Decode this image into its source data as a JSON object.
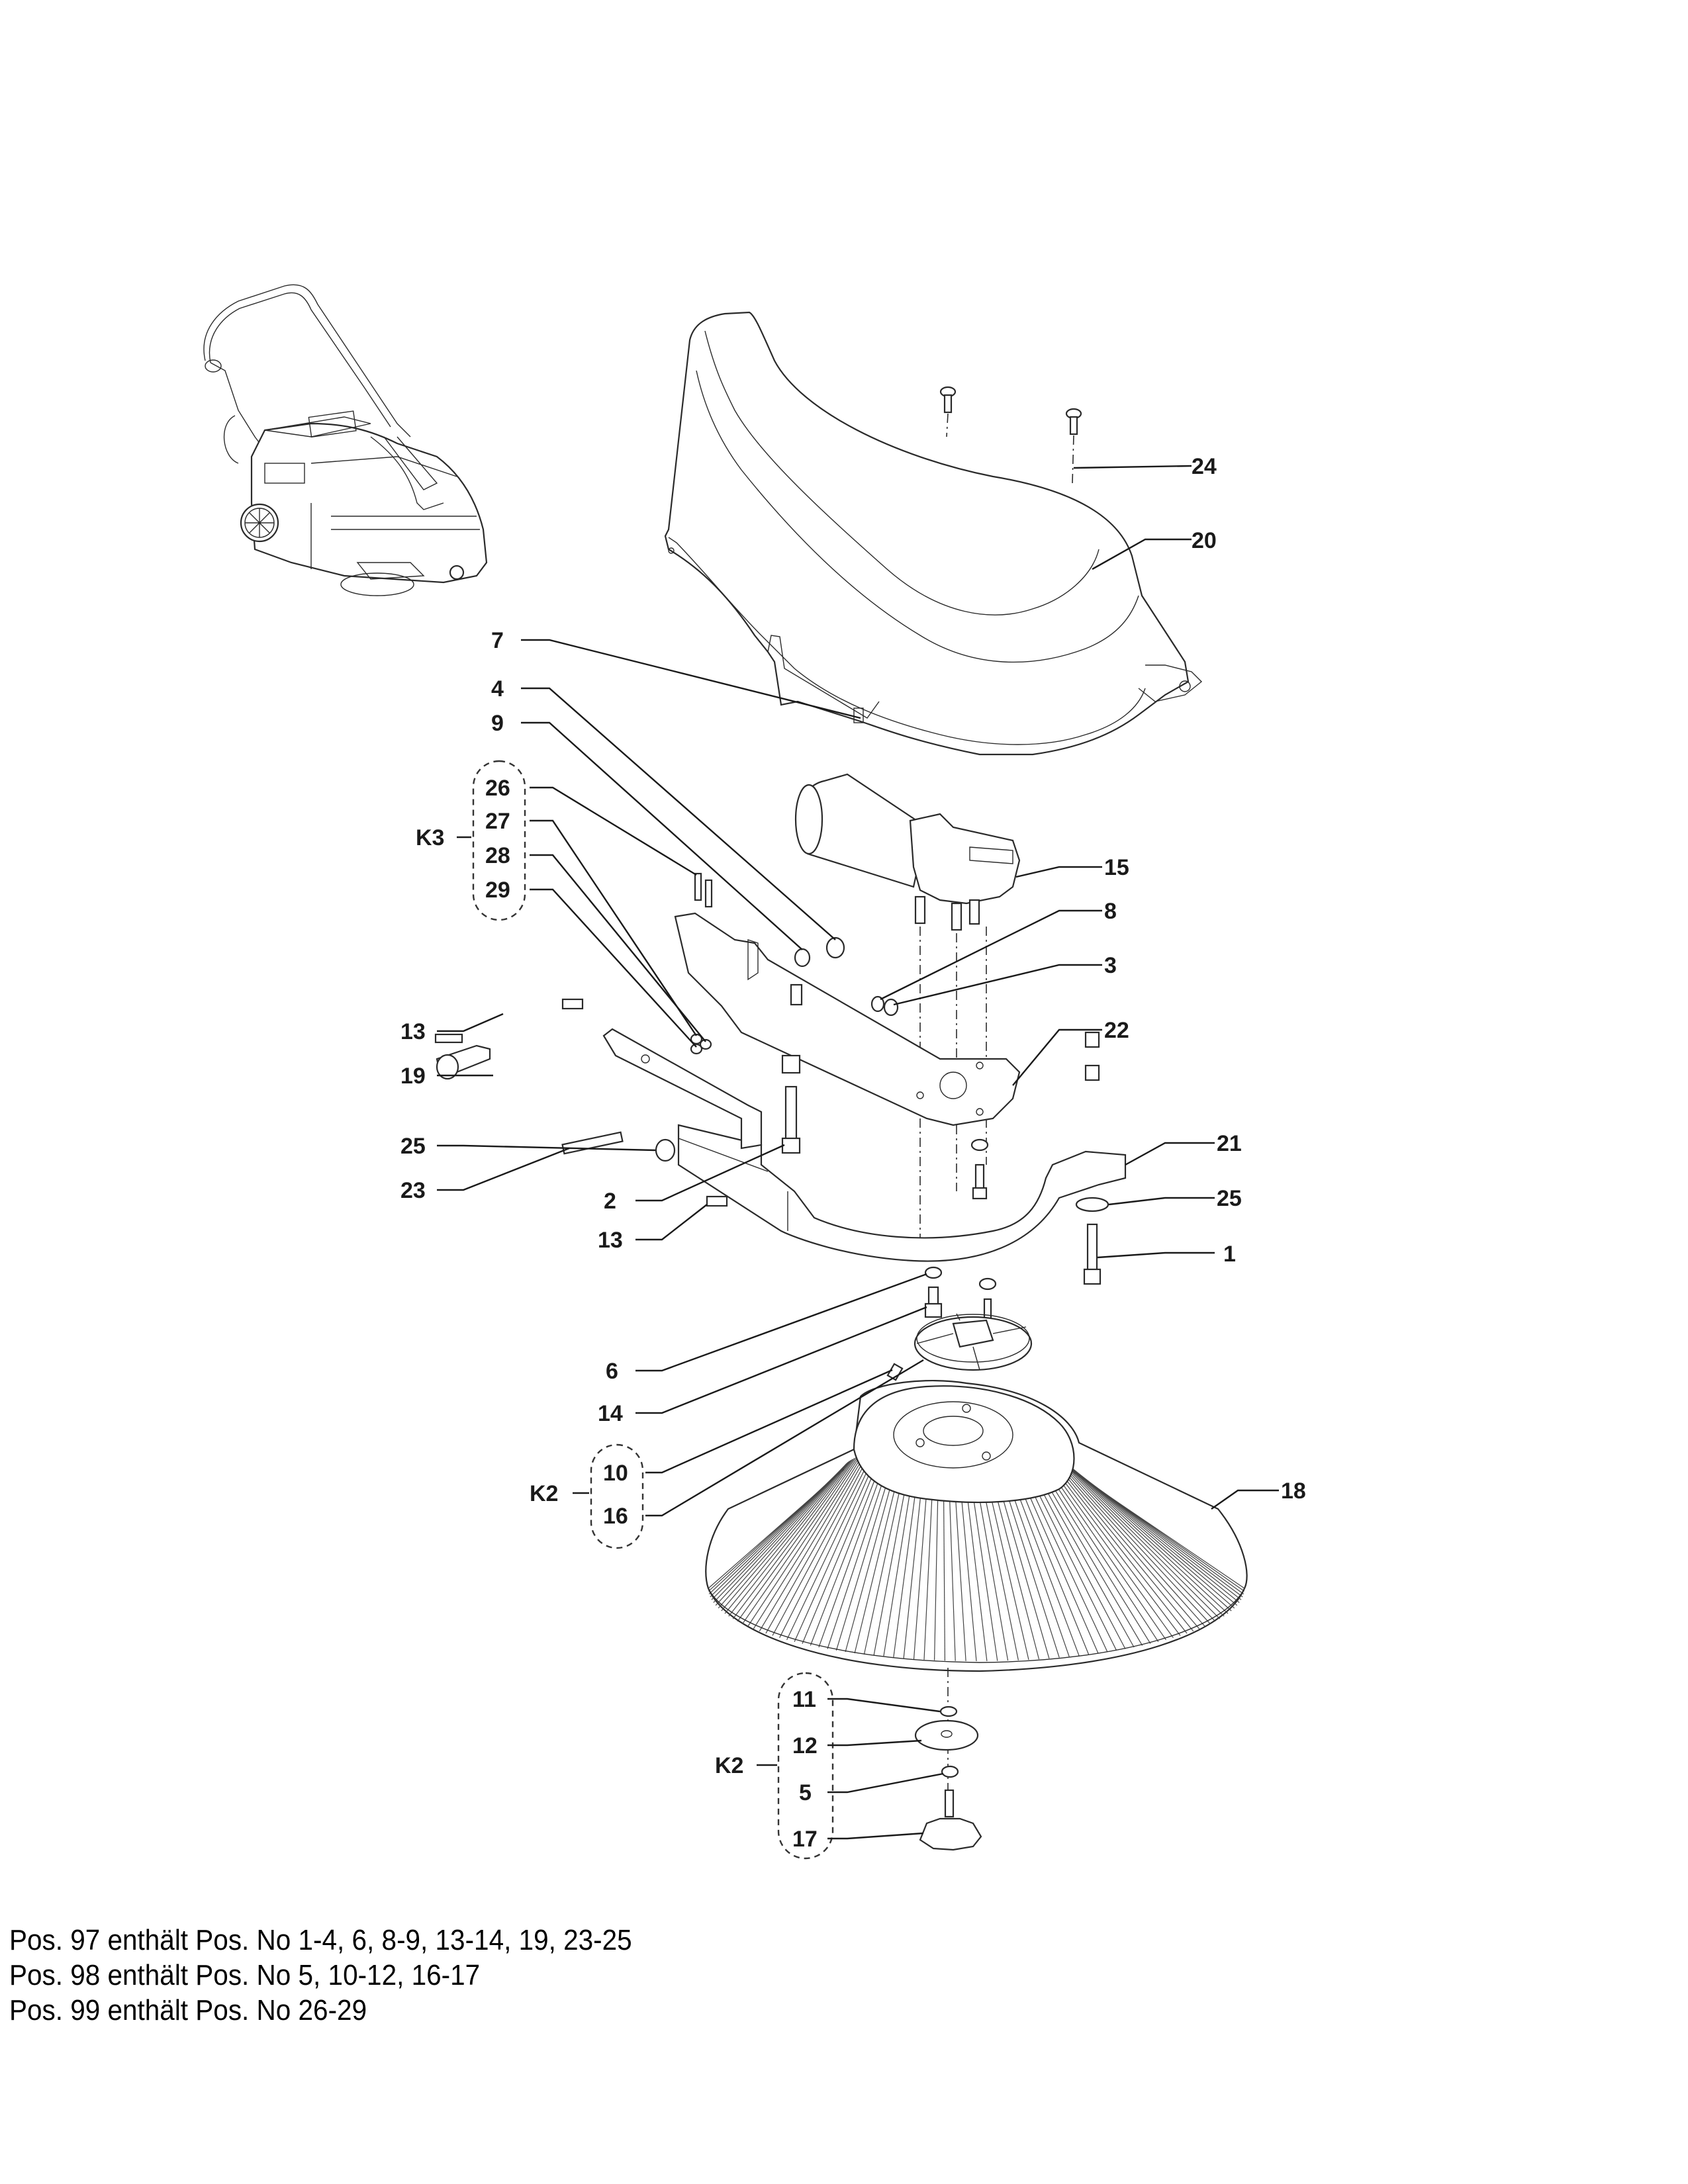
{
  "document": {
    "type": "exploded parts diagram",
    "subject": "side brush assembly"
  },
  "callouts": {
    "p1": "1",
    "p2": "2",
    "p3": "3",
    "p4": "4",
    "p5": "5",
    "p6": "6",
    "p7": "7",
    "p8": "8",
    "p9": "9",
    "p10": "10",
    "p11": "11",
    "p12": "12",
    "p13a": "13",
    "p13b": "13",
    "p14": "14",
    "p15": "15",
    "p16": "16",
    "p17": "17",
    "p18": "18",
    "p19": "19",
    "p20": "20",
    "p21": "21",
    "p22": "22",
    "p23": "23",
    "p24": "24",
    "p25a": "25",
    "p25b": "25",
    "p26": "26",
    "p27": "27",
    "p28": "28",
    "p29": "29"
  },
  "kits": {
    "k3": {
      "label": "K3",
      "members": [
        "26",
        "27",
        "28",
        "29"
      ]
    },
    "k2_upper": {
      "label": "K2",
      "members": [
        "10",
        "16"
      ]
    },
    "k2_lower": {
      "label": "K2",
      "members": [
        "11",
        "12",
        "5",
        "17"
      ]
    }
  },
  "notes": [
    "Pos. 97 enthält Pos. No 1-4, 6, 8-9, 13-14, 19, 23-25",
    "Pos. 98 enthält Pos. No 5, 10-12, 16-17",
    "Pos. 99 enthält Pos. No 26-29"
  ]
}
